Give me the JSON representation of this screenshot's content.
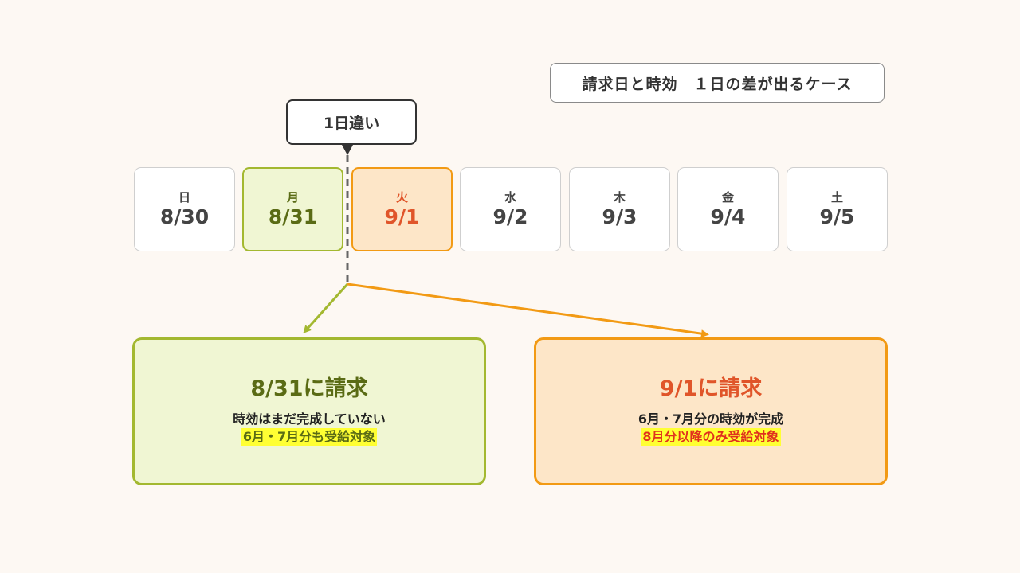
{
  "title": "請求日と時効　１日の差が出るケース",
  "callout": "1日違い",
  "days": [
    {
      "weekday": "日",
      "date": "8/30"
    },
    {
      "weekday": "月",
      "date": "8/31"
    },
    {
      "weekday": "火",
      "date": "9/1"
    },
    {
      "weekday": "水",
      "date": "9/2"
    },
    {
      "weekday": "木",
      "date": "9/3"
    },
    {
      "weekday": "金",
      "date": "9/4"
    },
    {
      "weekday": "土",
      "date": "9/5"
    }
  ],
  "left_result": {
    "heading": "8/31に請求",
    "line1": "時効はまだ完成していない",
    "line2": "6月・7月分も受給対象"
  },
  "right_result": {
    "heading": "9/1に請求",
    "line1": "6月・7月分の時効が完成",
    "line2": "8月分以降のみ受給対象"
  },
  "colors": {
    "green": "#a3b830",
    "orange": "#f29a14",
    "highlight": "#ffff33"
  }
}
